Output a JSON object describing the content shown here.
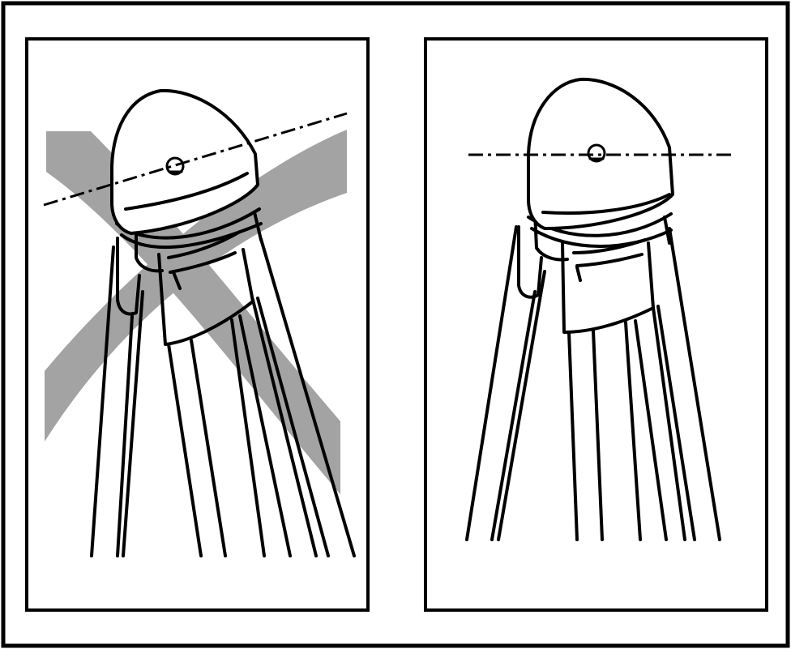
{
  "colors": {
    "ink": "#000000",
    "paper": "#ffffff",
    "wrong_mark": "#a3a3a3"
  },
  "panels": [
    {
      "state": "incorrect",
      "level_line": "tilted",
      "marked_with_cross": true
    },
    {
      "state": "correct",
      "level_line": "horizontal",
      "marked_with_cross": false
    }
  ],
  "icons": [
    "bubble-level-icon",
    "tripod-icon",
    "cross-mark-icon"
  ]
}
